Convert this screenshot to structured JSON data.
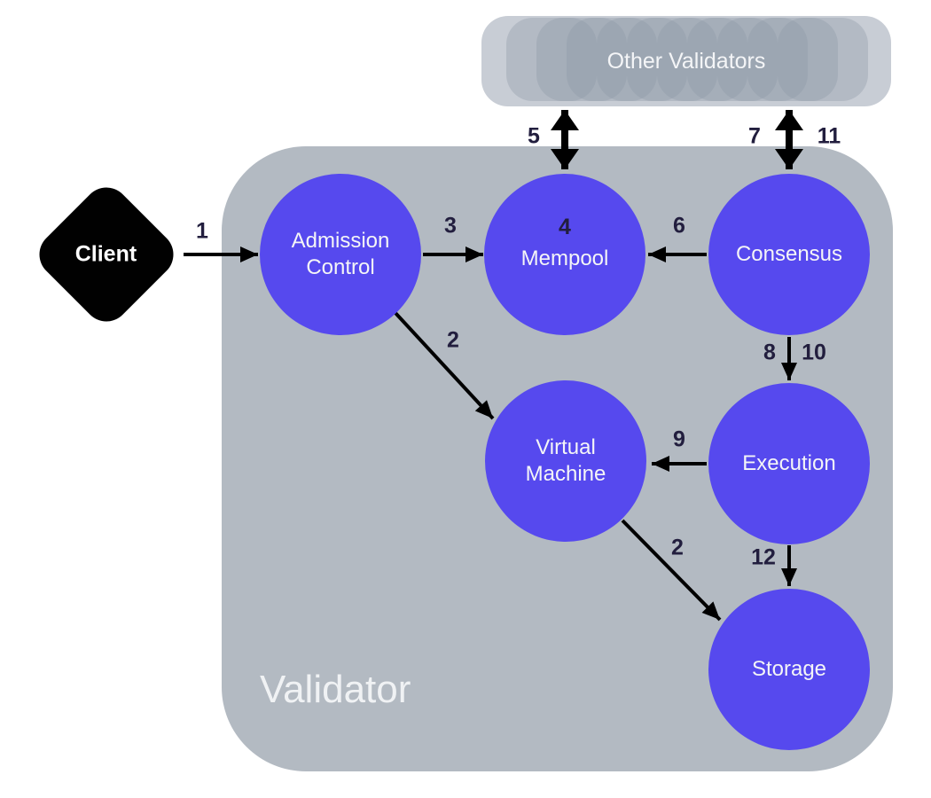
{
  "diagram_title": "Validator",
  "colors": {
    "purple": "#5649ee",
    "validator-bg": "#b3bac2",
    "ov-bg": "#c8cdd5",
    "ov-card": "#8d97a5",
    "client-bg": "#010101",
    "num": "#221e3e",
    "light-text": "#f4f5f7",
    "title": "#f0f2f4",
    "arrow": "#000000"
  },
  "nodes": {
    "client": {
      "label": "Client"
    },
    "other_validators": {
      "label": "Other Validators"
    },
    "admission_control": {
      "label": "Admission\nControl"
    },
    "mempool": {
      "number": "4",
      "label": "Mempool"
    },
    "consensus": {
      "label": "Consensus"
    },
    "virtual_machine": {
      "label": "Virtual\nMachine"
    },
    "execution": {
      "label": "Execution"
    },
    "storage": {
      "label": "Storage"
    },
    "validator_container": {
      "label": "Validator"
    }
  },
  "edges": {
    "client_admission": "1",
    "admission_mempool": "3",
    "admission_vm": "2",
    "mempool_other_validators": "5",
    "consensus_mempool": "6",
    "consensus_other_validators_left": "7",
    "consensus_other_validators_right": "11",
    "consensus_execution_left": "8",
    "consensus_execution_right": "10",
    "execution_vm": "9",
    "vm_storage": "2",
    "execution_storage": "12"
  }
}
